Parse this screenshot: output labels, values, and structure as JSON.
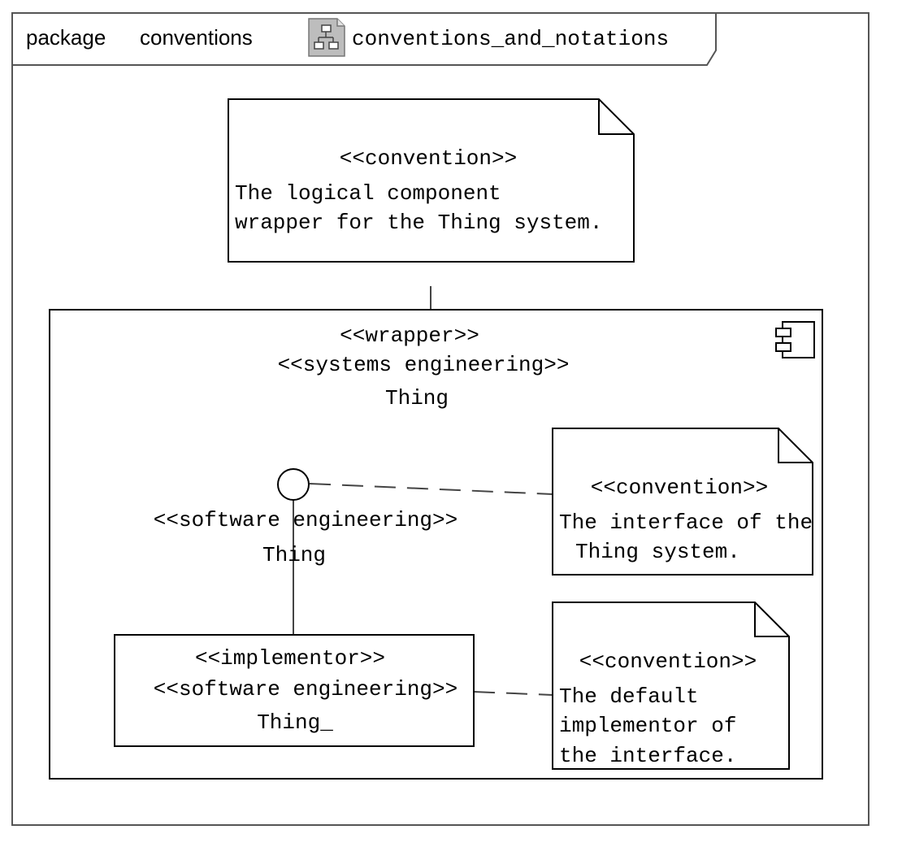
{
  "frame": {
    "keyword": "package",
    "name": "conventions",
    "diagram_name": "conventions_and_notations",
    "diagram_icon": "class-diagram-icon"
  },
  "top_note": {
    "stereotype": "<<convention>>",
    "lines": [
      "The logical component",
      "wrapper for the Thing system."
    ]
  },
  "wrapper": {
    "stereotypes": [
      "<<wrapper>>",
      "<<systems engineering>>"
    ],
    "name": "Thing",
    "icon": "component-icon"
  },
  "interface": {
    "stereotype": "<<software engineering>>",
    "name": "Thing"
  },
  "interface_note": {
    "stereotype": "<<convention>>",
    "lines": [
      "The interface of the",
      "Thing system."
    ]
  },
  "implementor": {
    "stereotypes": [
      "<<implementor>>",
      "<<software engineering>>"
    ],
    "name": "Thing_"
  },
  "implementor_note": {
    "stereotype": "<<convention>>",
    "lines": [
      "The default",
      "implementor of",
      "the interface."
    ]
  },
  "colors": {
    "frame_stroke": "#555555",
    "shape_stroke": "#000000",
    "connector": "#444444",
    "icon_fill": "#bdbdbd"
  }
}
